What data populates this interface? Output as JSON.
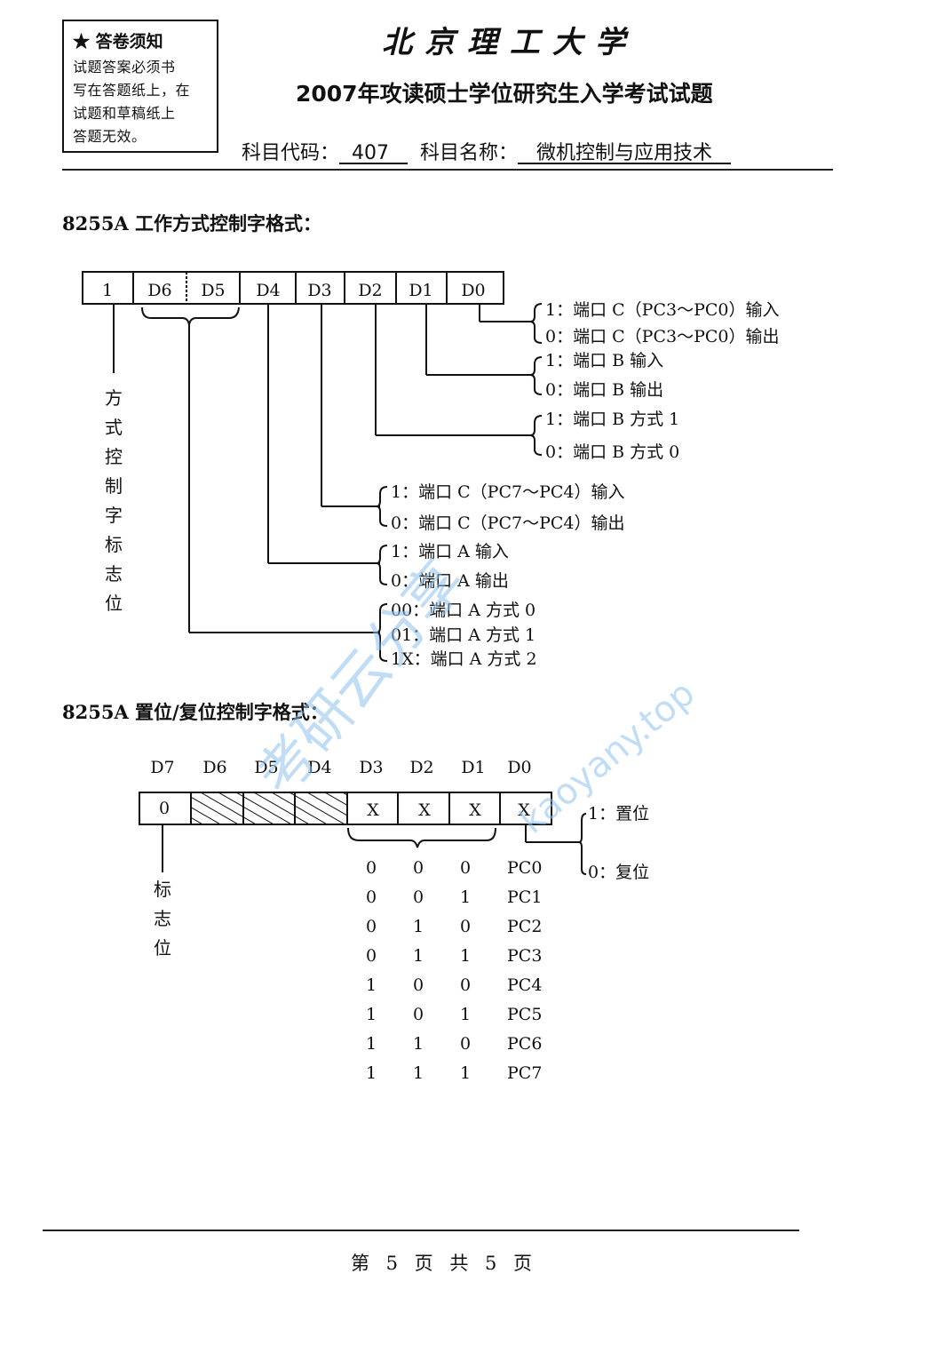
{
  "header": {
    "notice": {
      "title": "★ 答卷须知",
      "lines": [
        "试题答案必须书",
        "写在答题纸上，在",
        "试题和草稿纸上",
        "答题无效。"
      ]
    },
    "university": "北京理工大学",
    "exam_title": "2007年攻读硕士学位研究生入学考试试题",
    "subject_code_label": "科目代码：",
    "subject_code": "407",
    "subject_name_label": "科目名称：",
    "subject_name": "微机控制与应用技术"
  },
  "section1": {
    "title": "8255A 工作方式控制字格式：",
    "bits": [
      "1",
      "D6",
      "D5",
      "D4",
      "D3",
      "D2",
      "D1",
      "D0"
    ],
    "flag_label": [
      "方",
      "式",
      "控",
      "制",
      "字",
      "标",
      "志",
      "位"
    ],
    "groups": [
      {
        "bit": "D0",
        "options": [
          "1：端口 C（PC3～PC0）输入",
          "0：端口 C（PC3～PC0）输出"
        ]
      },
      {
        "bit": "D1",
        "options": [
          "1：端口 B 输入",
          "0：端口 B 输出"
        ]
      },
      {
        "bit": "D2",
        "options": [
          "1：端口 B 方式 1",
          "0：端口 B 方式 0"
        ]
      },
      {
        "bit": "D3",
        "options": [
          "1：端口 C（PC7～PC4）输入",
          "0：端口 C（PC7～PC4）输出"
        ]
      },
      {
        "bit": "D4",
        "options": [
          "1：端口 A 输入",
          "0：端口 A 输出"
        ]
      },
      {
        "bit": "D6D5",
        "options": [
          "00：端口 A 方式 0",
          "01：端口 A 方式 1",
          "1X：端口 A 方式 2"
        ]
      }
    ]
  },
  "section2": {
    "title": "8255A 置位/复位控制字格式：",
    "bit_labels": [
      "D7",
      "D6",
      "D5",
      "D4",
      "D3",
      "D2",
      "D1",
      "D0"
    ],
    "cells": [
      "0",
      "",
      "",
      "",
      "X",
      "X",
      "X",
      "X"
    ],
    "flag_label": [
      "标",
      "志",
      "位"
    ],
    "d0_options": [
      "1：置位",
      "0：复位"
    ],
    "table_rows": [
      [
        "0",
        "0",
        "0",
        "PC0"
      ],
      [
        "0",
        "0",
        "1",
        "PC1"
      ],
      [
        "0",
        "1",
        "0",
        "PC2"
      ],
      [
        "0",
        "1",
        "1",
        "PC3"
      ],
      [
        "1",
        "0",
        "0",
        "PC4"
      ],
      [
        "1",
        "0",
        "1",
        "PC5"
      ],
      [
        "1",
        "1",
        "0",
        "PC6"
      ],
      [
        "1",
        "1",
        "1",
        "PC7"
      ]
    ]
  },
  "watermark": {
    "cn": "考研云分享",
    "url": "kaoyany.top"
  },
  "footer": {
    "page": "第 5 页 共 5 页"
  }
}
